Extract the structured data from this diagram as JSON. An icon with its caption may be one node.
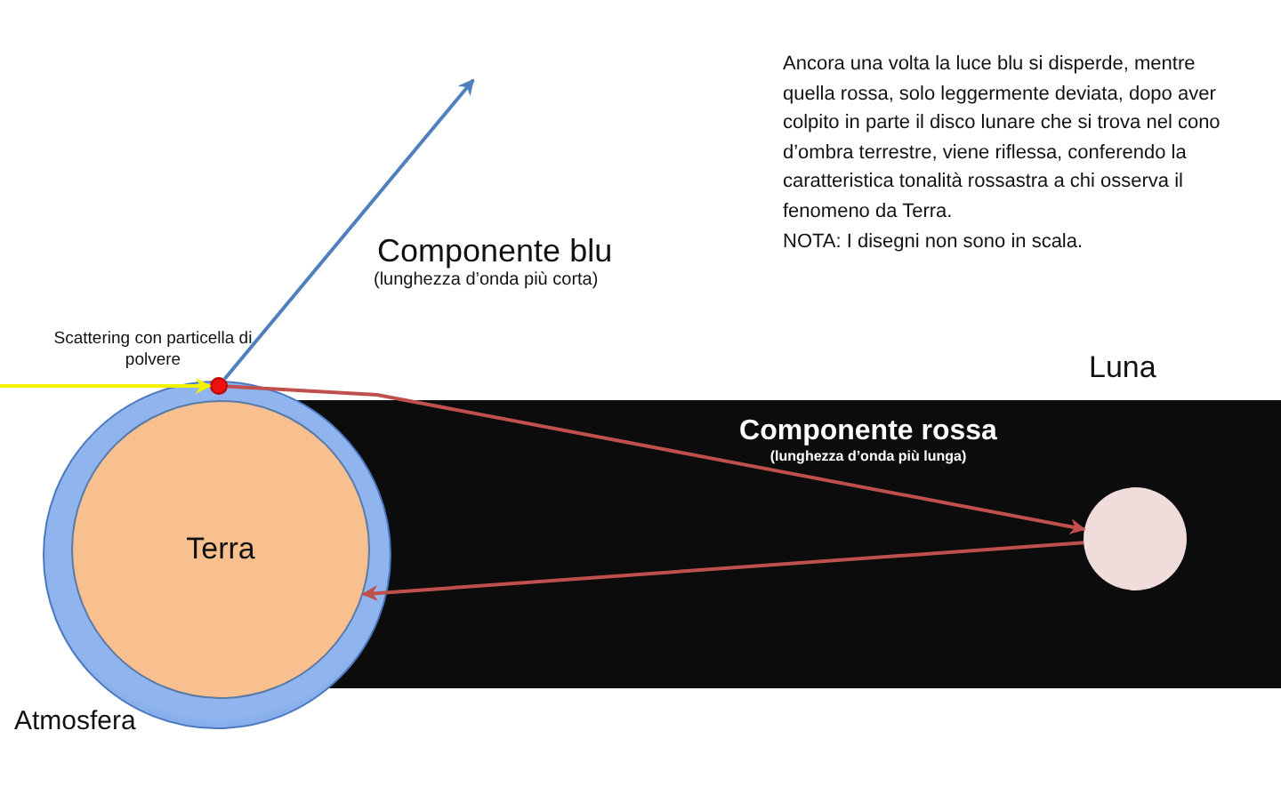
{
  "diagram": {
    "nodes": [
      {
        "text": [],
        "shape": "circle",
        "beside": [
          "Atmosfera"
        ]
      },
      {
        "text": [
          "Terra"
        ],
        "in": 0
      },
      {
        "text": [],
        "shape": "circle",
        "beside": [
          "Scattering con particella di polvere"
        ]
      },
      {
        "text": [],
        "shape": "circle",
        "beside": [
          "Luna"
        ]
      }
    ],
    "edges": [
      {
        "from": null,
        "to": 2,
        "arrow": "to",
        "color": "#f2f200"
      },
      {
        "from": 2,
        "to": null,
        "arrow": "to",
        "label": "Componente blu",
        "color": "#4f81bd"
      },
      {
        "from": 2,
        "to": 3,
        "arrow": "to",
        "label": "Componente rossa"
      },
      {
        "from": 3,
        "to": 1,
        "arrow": "to"
      }
    ],
    "labels": [
      "(lunghezza d’onda più corta)",
      "(lunghezza d’onda più lunga)",
      "Ancora una volta la luce blu si disperde, mentre quella rossa, solo leggermente deviata, dopo aver colpito in parte il disco lunare che si trova nel cono d’ombra terrestre, viene riflessa, conferendo la caratteristica tonalità rossastra a chi osserva il fenomeno da Terra.",
      "NOTA: I disegni non sono in scala."
    ]
  }
}
